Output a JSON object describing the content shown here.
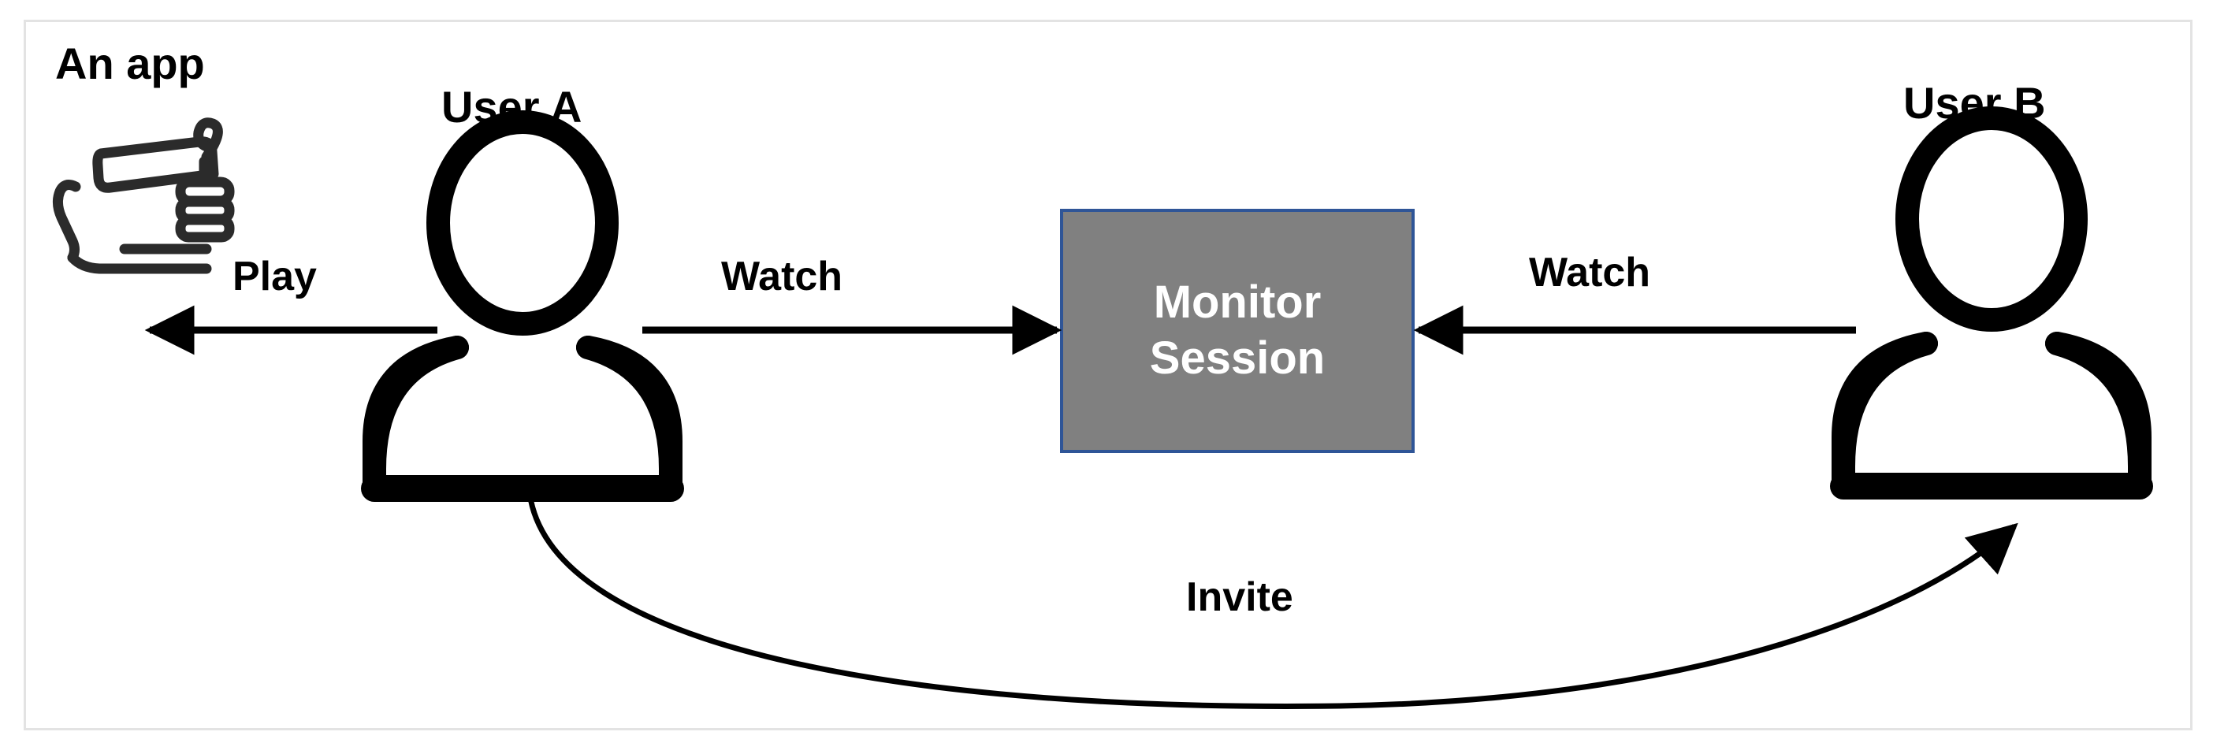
{
  "diagram": {
    "title_note": "An app",
    "background_color": "#ffffff",
    "frame_color": "#e3e3e3",
    "nodes": {
      "app": {
        "label": "An app",
        "icon": "hand-holding-phone-icon"
      },
      "user_a": {
        "label": "User A",
        "icon": "person-icon"
      },
      "user_b": {
        "label": "User B",
        "icon": "person-icon"
      },
      "monitor_session": {
        "line1": "Monitor",
        "line2": "Session",
        "fill_color": "#808080",
        "border_color": "#2f5597",
        "text_color": "#ffffff"
      }
    },
    "edges": [
      {
        "id": "play",
        "label": "Play",
        "from": "user_a",
        "to": "app",
        "direction": "left",
        "style": "straight"
      },
      {
        "id": "watch-left",
        "label": "Watch",
        "from": "user_a",
        "to": "monitor_session",
        "direction": "right",
        "style": "straight"
      },
      {
        "id": "watch-right",
        "label": "Watch",
        "from": "user_b",
        "to": "monitor_session",
        "direction": "left",
        "style": "straight"
      },
      {
        "id": "invite",
        "label": "Invite",
        "from": "user_a",
        "to": "user_b",
        "direction": "right",
        "style": "curved"
      }
    ]
  }
}
